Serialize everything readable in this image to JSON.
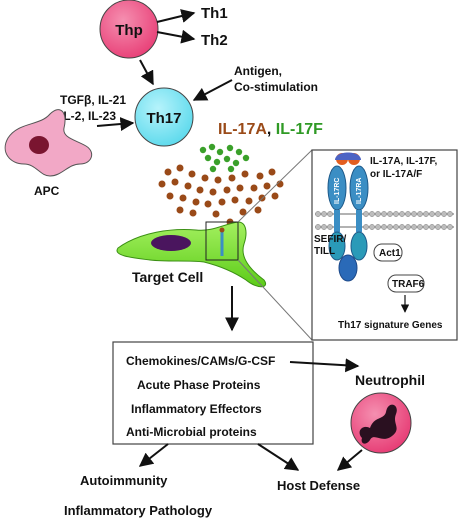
{
  "colors": {
    "thp": "#ec4f84",
    "th17": "#75e3f1",
    "apc": "#f1a7c6",
    "apc_nucleus": "#7a1530",
    "il17a": "#9a4a18",
    "il17f": "#3a9a2a",
    "target_cell": "#78e22a",
    "target_nucleus": "#4a155e",
    "neutrophil": "#ec4f84",
    "receptor_a": "#3b8ec4",
    "receptor_c": "#4d63c4",
    "adaptor": "#2a7ab2"
  },
  "cells": {
    "thp": "Thp",
    "th1": "Th1",
    "th2": "Th2",
    "th17": "Th17",
    "apc": "APC",
    "target": "Target Cell",
    "neutrophil": "Neutrophil"
  },
  "signals": {
    "antigen_1": "Antigen,",
    "antigen_2": "Co-stimulation",
    "cyto_1": "TGFβ, IL-21",
    "cyto_2": "IL-2, IL-23"
  },
  "cytokines": {
    "il17a": "IL-17A",
    "sep": ", ",
    "il17f": "IL-17F"
  },
  "inset": {
    "ligand_1": "IL-17A, IL-17F,",
    "ligand_2": "or IL-17A/F",
    "sefir_1": "SEFIR/",
    "sefir_2": "TILL",
    "act1": "Act1",
    "traf6": "TRAF6",
    "genes": "Th17 signature Genes",
    "rc_label": "IL-17RC",
    "ra_label": "IL-17RA"
  },
  "effects": [
    "Chemokines/CAMs/G-CSF",
    "Acute Phase Proteins",
    "Inflammatory Effectors",
    "Anti-Microbial proteins"
  ],
  "outcomes": {
    "autoimmunity": "Autoimmunity",
    "pathology": "Inflammatory Pathology",
    "host_defense": "Host Defense"
  }
}
